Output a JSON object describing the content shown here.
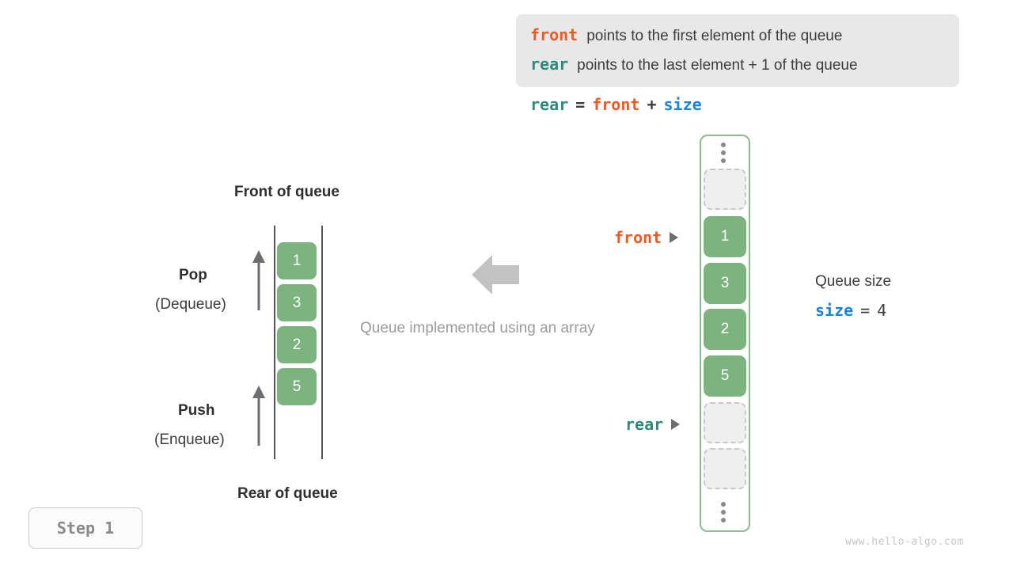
{
  "legend": {
    "lines": [
      {
        "keyword": "front",
        "keyword_color": "#ef5a24",
        "text": "points to the first element of the queue"
      },
      {
        "keyword": "rear",
        "keyword_color": "#2e8b7a",
        "text": "points to the last element + 1 of the queue"
      }
    ],
    "background": "#e8e8e8"
  },
  "formula": {
    "lhs": "rear",
    "eq": "=",
    "rhs1": "front",
    "plus": "+",
    "rhs2": "size"
  },
  "left_queue": {
    "top_label": "Front of queue",
    "bottom_label": "Rear of queue",
    "pop_label": "Pop",
    "pop_sub": "(Dequeue)",
    "push_label": "Push",
    "push_sub": "(Enqueue)",
    "values": [
      "1",
      "3",
      "2",
      "5"
    ],
    "box_color": "#7cb37f"
  },
  "center": {
    "caption": "Queue implemented using an array",
    "arrow_color": "#c2c2c2",
    "arrow_direction": "left"
  },
  "array": {
    "border_color": "#8dbb8f",
    "cells": [
      {
        "kind": "dots"
      },
      {
        "kind": "empty",
        "value": ""
      },
      {
        "kind": "filled",
        "value": "1"
      },
      {
        "kind": "filled",
        "value": "3"
      },
      {
        "kind": "filled",
        "value": "2"
      },
      {
        "kind": "filled",
        "value": "5"
      },
      {
        "kind": "empty",
        "value": ""
      },
      {
        "kind": "empty",
        "value": ""
      },
      {
        "kind": "dots"
      }
    ],
    "pointers": {
      "front": {
        "label": "front",
        "color": "#ef5a24"
      },
      "rear": {
        "label": "rear",
        "color": "#2e8b7a"
      }
    }
  },
  "size_info": {
    "title": "Queue size",
    "var": "size",
    "var_color": "#1a85d6",
    "eq": "=",
    "value": "4"
  },
  "step_badge": {
    "label": "Step 1"
  },
  "watermark": {
    "text": "www.hello-algo.com"
  }
}
